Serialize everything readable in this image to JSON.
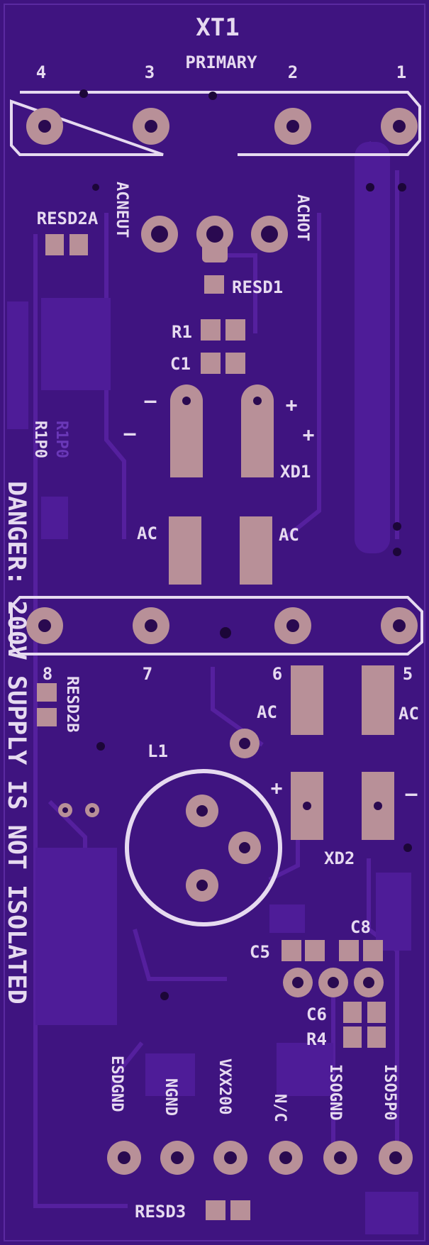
{
  "colors": {
    "board": "#4a1890",
    "trace": "#55209e",
    "pad": "#b89098",
    "silk": "#e6daf0"
  },
  "connector": {
    "name": "XT1",
    "label": "PRIMARY",
    "pins_top": [
      "4",
      "3",
      "2",
      "1"
    ],
    "pins_bottom": [
      "8",
      "7",
      "6",
      "5"
    ]
  },
  "labels": {
    "resd2a": "RESD2A",
    "acneut": "ACNEUT",
    "achot": "ACHOT",
    "resd1": "RESD1",
    "r1": "R1",
    "c1": "C1",
    "minus": "–",
    "plus": "+",
    "r1p0": "R1P0",
    "r1p0_ghost": "R1P0",
    "xd1": "XD1",
    "ac": "AC",
    "resd2b": "RESD2B",
    "l1": "L1",
    "xd2": "XD2",
    "c5": "C5",
    "c8": "C8",
    "c6": "C6",
    "r4": "R4",
    "resd3": "RESD3",
    "danger": "DANGER: 200V SUPPLY IS NOT ISOLATED"
  },
  "header_pins": [
    "ESDGND",
    "NGND",
    "VXX200",
    "N/C",
    "ISOGND",
    "ISO5P0"
  ]
}
